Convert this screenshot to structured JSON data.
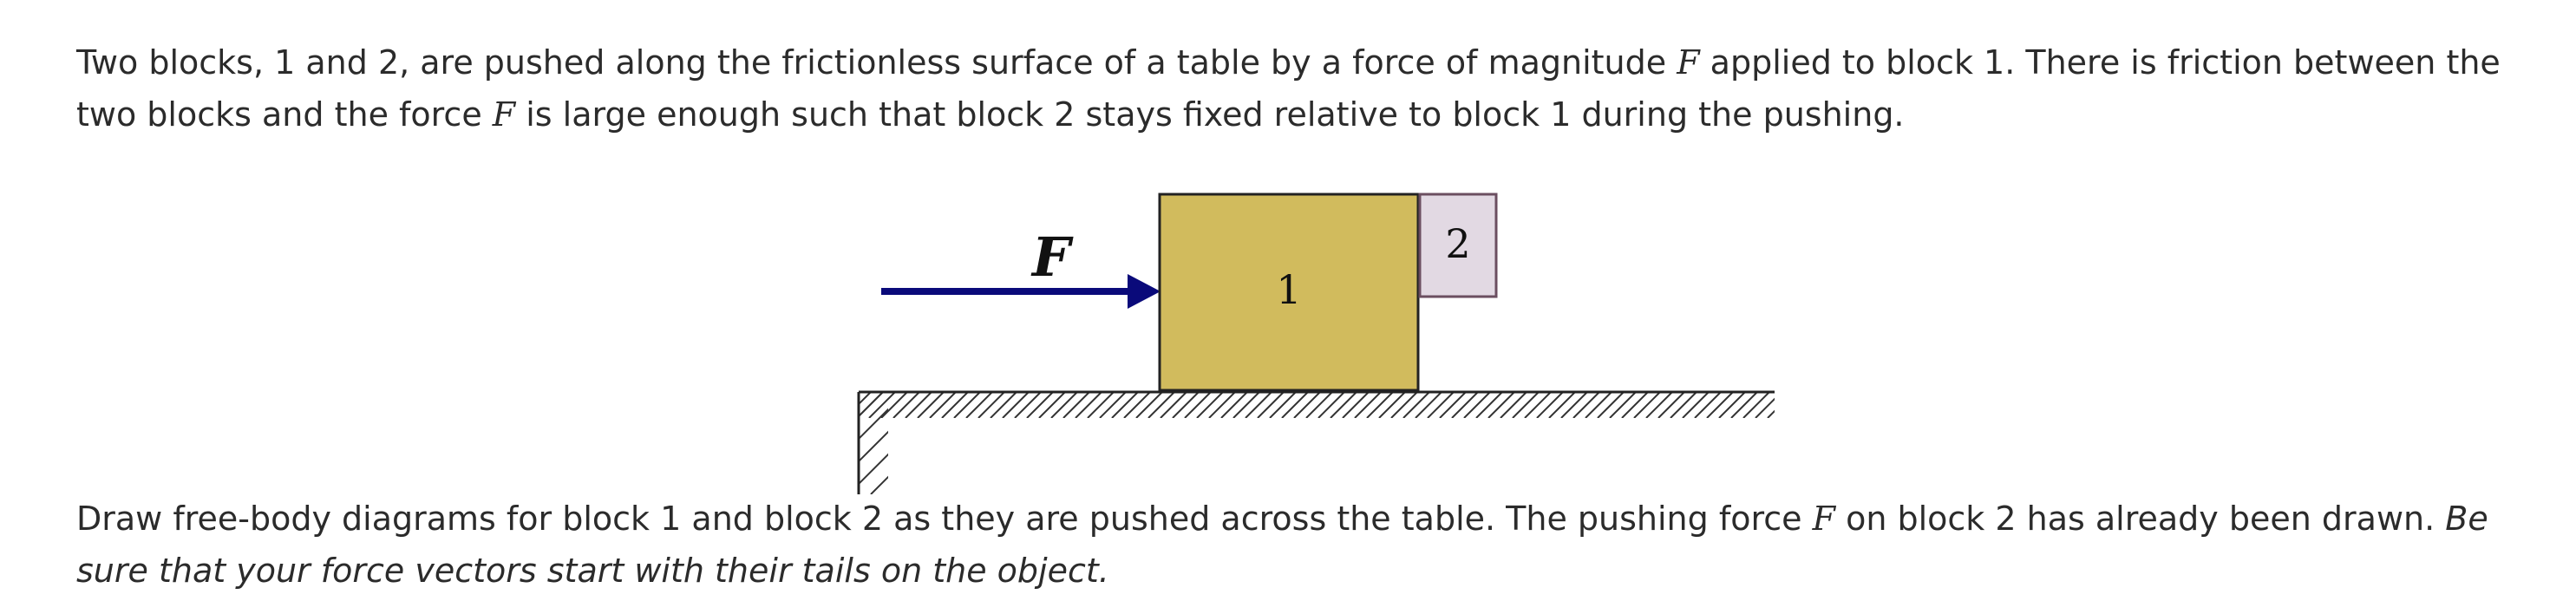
{
  "intro": {
    "part1": "Two blocks, 1 and 2, are pushed along the frictionless surface of a table by a force of magnitude ",
    "var1": "F",
    "part2": " applied to block 1. There is friction between the two blocks and the force ",
    "var2": "F",
    "part3": " is large enough such that block 2 stays fixed relative to block 1 during the pushing."
  },
  "diagram": {
    "force_label": "F",
    "block1_label": "1",
    "block2_label": "2",
    "colors": {
      "force_arrow": "#0a0a7a",
      "block1_fill": "#d1bb5d",
      "block2_fill": "#e2d9e3",
      "block2_stroke": "#6b4e60",
      "outline": "#222222"
    }
  },
  "task": {
    "part1": "Draw free-body diagrams for block 1 and block 2 as they are pushed across the table. The pushing force ",
    "var1": "F",
    "part2": " on block 2 has already been drawn. ",
    "emphasis": "Be sure that your force vectors start with their tails on the object."
  }
}
